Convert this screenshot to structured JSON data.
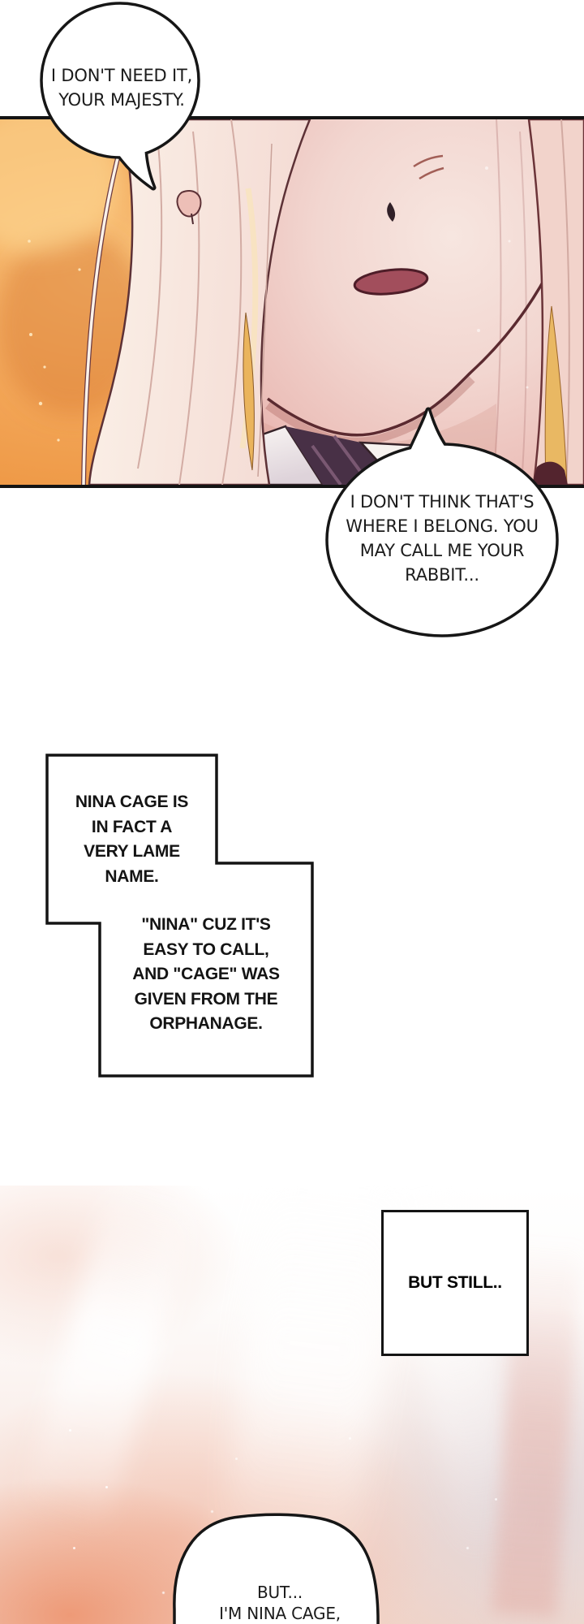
{
  "comic": {
    "speech_bubbles": {
      "top": {
        "lines": [
          "I DON'T NEED IT,",
          "YOUR MAJESTY."
        ]
      },
      "middle": {
        "lines": [
          "I DON'T THINK THAT'S",
          "WHERE I BELONG. YOU",
          "MAY CALL ME YOUR",
          "RABBIT..."
        ]
      },
      "bottom": {
        "lines": [
          "BUT...",
          "I'M NINA CAGE,"
        ]
      }
    },
    "narration_boxes": {
      "box1": {
        "lines": [
          "NINA CAGE IS",
          "IN FACT A",
          "VERY LAME",
          "NAME."
        ]
      },
      "box2": {
        "lines": [
          "\"NINA\" CUZ IT'S",
          "EASY TO CALL,",
          "AND \"CAGE\" WAS",
          "GIVEN FROM THE",
          "ORPHANAGE."
        ]
      },
      "box3": {
        "lines": [
          "BUT STILL.."
        ]
      }
    },
    "colors": {
      "outline": "#141414",
      "panel_background_orange": "#f0a050",
      "skin": "#f2d8d2",
      "hair_light": "#f8ece5",
      "hair_gold": "#e9b863",
      "hair_dark_tip": "#53242e",
      "mouth": "#a24e5c",
      "garment_dark": "#483046",
      "gradient_peach": "#ee9a74",
      "gradient_pink": "#f3c1ae",
      "gradient_mauve": "#d7cfd6"
    }
  }
}
